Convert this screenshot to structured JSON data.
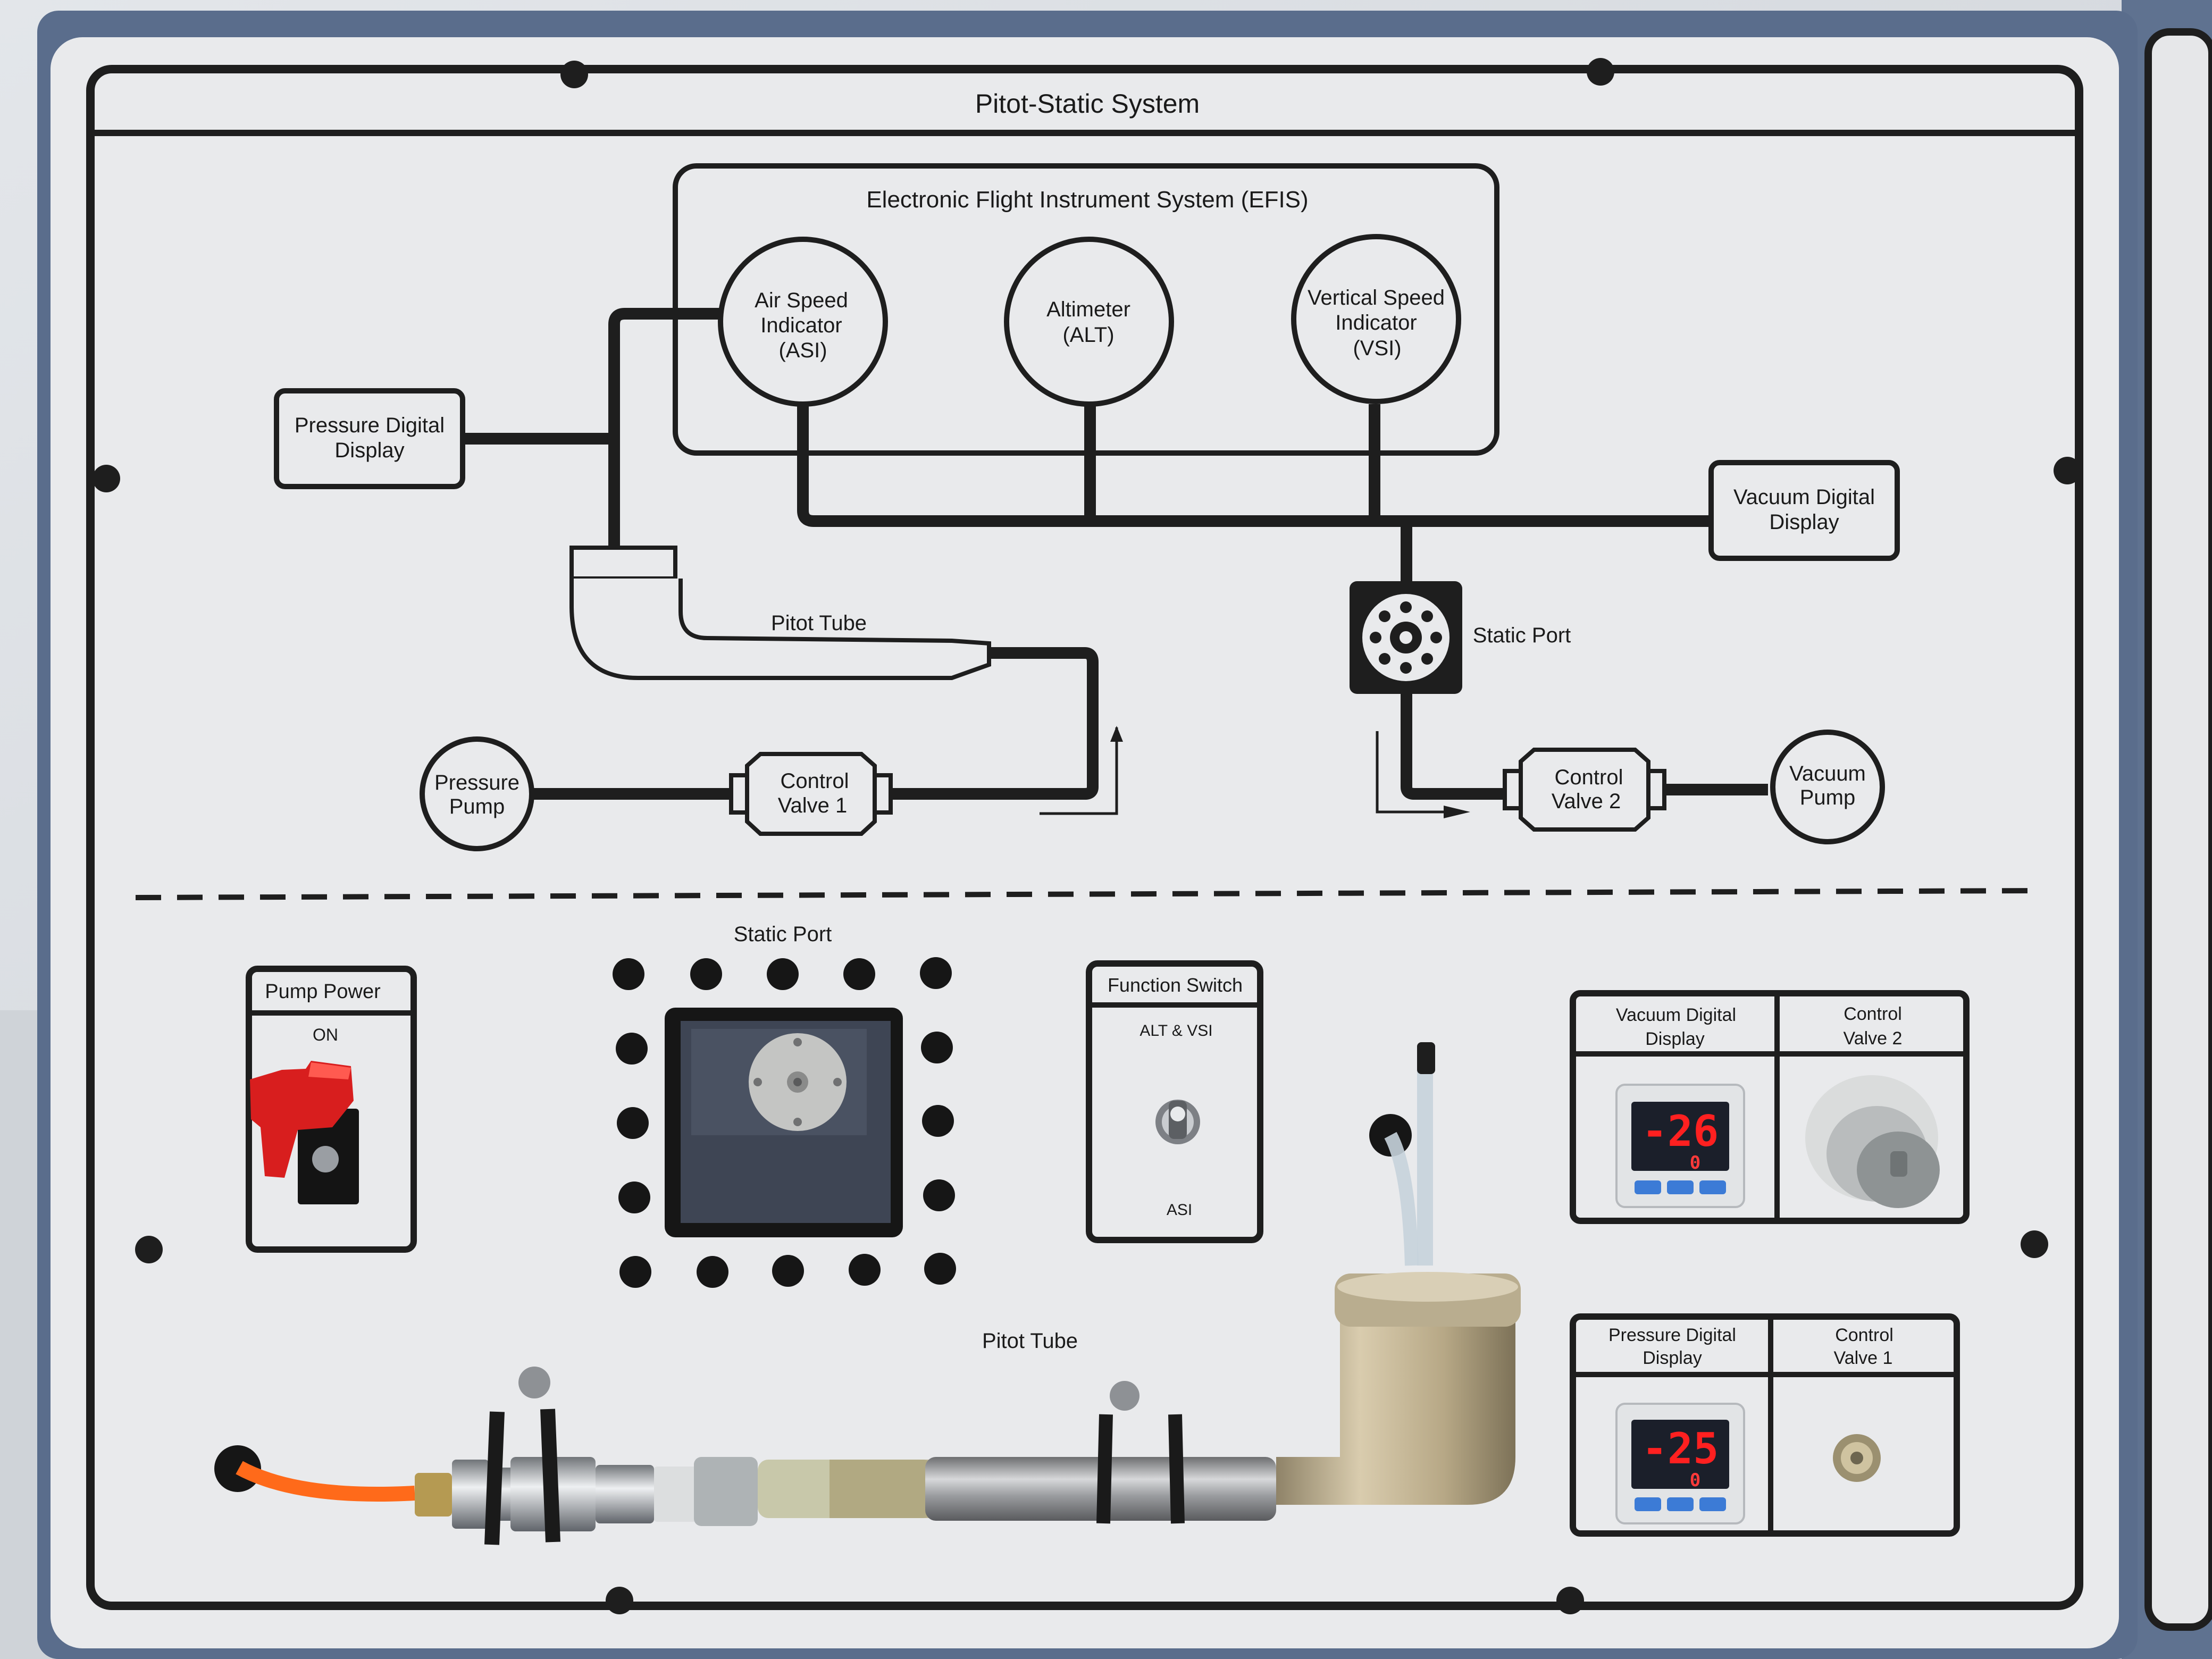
{
  "panel_title": "Pitot-Static System",
  "efis_title": "Electronic Flight Instrument System (EFIS)",
  "instruments": {
    "asi": [
      "Air Speed",
      "Indicator",
      "(ASI)"
    ],
    "alt": [
      "Altimeter",
      "(ALT)"
    ],
    "vsi": [
      "Vertical Speed",
      "Indicator",
      "(VSI)"
    ]
  },
  "diagram": {
    "pressure_digital_display": [
      "Pressure Digital",
      "Display"
    ],
    "vacuum_digital_display": [
      "Vacuum Digital",
      "Display"
    ],
    "pitot_tube": "Pitot Tube",
    "static_port": "Static Port",
    "pressure_pump": [
      "Pressure",
      "Pump"
    ],
    "vacuum_pump": [
      "Vacuum",
      "Pump"
    ],
    "control_valve_1": [
      "Control",
      "Valve 1"
    ],
    "control_valve_2": [
      "Control",
      "Valve 2"
    ]
  },
  "hardware": {
    "pump_power_title": "Pump Power",
    "pump_power_on": "ON",
    "static_port_label": "Static Port",
    "function_switch_title": "Function Switch",
    "function_switch_top": "ALT & VSI",
    "function_switch_bottom": "ASI",
    "pitot_tube_label": "Pitot Tube",
    "vacuum_box": {
      "display_label": [
        "Vacuum Digital",
        "Display"
      ],
      "valve_label": [
        "Control",
        "Valve 2"
      ],
      "readout_main": "-26",
      "readout_sub": "0"
    },
    "pressure_box": {
      "display_label": [
        "Pressure Digital",
        "Display"
      ],
      "valve_label": [
        "Control",
        "Valve 1"
      ],
      "readout_main": "-25",
      "readout_sub": "0"
    }
  },
  "colors": {
    "panel_face": "#e9eaec",
    "panel_frame": "#5a6d8c",
    "line": "#1e1e1e",
    "led_red": "#ff2020",
    "switch_red": "#d81e1e",
    "tube_orange": "#ff6a1a",
    "brass": "#b8a98a"
  }
}
